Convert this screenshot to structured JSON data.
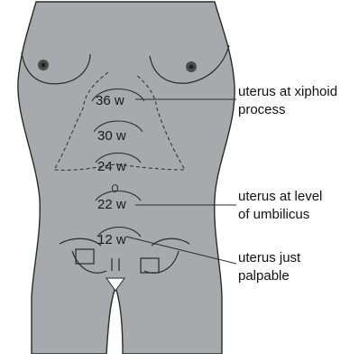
{
  "diagram": {
    "colors": {
      "body_fill": "#a7a9ac",
      "outline": "#2a2a2a",
      "background": "#ffffff"
    },
    "fundal_heights": [
      {
        "week": "36 w"
      },
      {
        "week": "30 w"
      },
      {
        "week": "24 w"
      },
      {
        "week": "22 w"
      },
      {
        "week": "12 w"
      }
    ],
    "annotations": [
      {
        "lines": [
          "uterus at xiphoid",
          "process"
        ]
      },
      {
        "lines": [
          "uterus at level",
          "of umbilicus"
        ]
      },
      {
        "lines": [
          "uterus just",
          "palpable"
        ]
      }
    ]
  }
}
